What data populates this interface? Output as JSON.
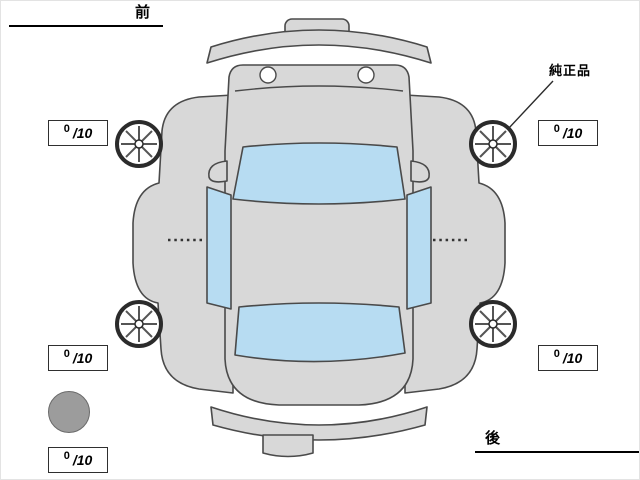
{
  "diagram": {
    "kind": "vehicle-condition-tire-tread-diagram",
    "view": "car-top-unfolded"
  },
  "labels": {
    "front": "前",
    "rear": "後",
    "genuine_part": "純正品"
  },
  "tread_scores": {
    "front_left": {
      "value": "0",
      "max": "/10"
    },
    "front_right": {
      "value": "0",
      "max": "/10"
    },
    "rear_left": {
      "value": "0",
      "max": "/10"
    },
    "rear_right": {
      "value": "0",
      "max": "/10"
    },
    "spare": {
      "value": "0",
      "max": "/10"
    }
  },
  "colors": {
    "car_body": "#d8d8d8",
    "car_outline": "#4a4a4a",
    "window_glass": "#b7dcf2",
    "wheel_outline": "#2b2b2b",
    "spare_tire_fill": "#9c9c9c",
    "background": "#ffffff"
  }
}
